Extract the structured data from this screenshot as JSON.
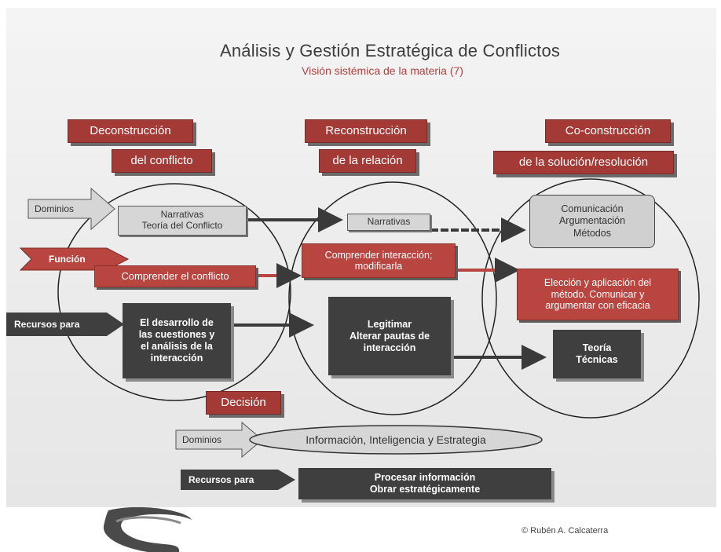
{
  "title": "Análisis y Gestión Estratégica de Conflictos",
  "subtitle": "Visión sistémica de la materia (7)",
  "columns": {
    "col1": {
      "line1": "Deconstrucción",
      "line2": "del conflicto"
    },
    "col2": {
      "line1": "Reconstrucción",
      "line2": "de la relación"
    },
    "col3": {
      "line1": "Co-construcción",
      "line2": "de la solución/resolución"
    }
  },
  "labels": {
    "dominios": "Dominios",
    "funcion": "Función",
    "recursos_para": "Recursos para",
    "dominios2": "Dominios",
    "recursos_para2": "Recursos para"
  },
  "boxes": {
    "narrativas_teoria": "Narrativas\nTeoría del Conflicto",
    "narrativas": "Narrativas",
    "comunicacion": "Comunicación\nArgumentación\nMétodos",
    "comprender_conflicto": "Comprender el conflicto",
    "comprender_interaccion": "Comprender interacción;\nmodificarla",
    "eleccion": "Elección y aplicación del\nmétodo. Comunicar y\nargumentar con eficacia",
    "desarrollo": "El desarrollo de\nlas cuestiones y\nel análisis de la\ninteracción",
    "legitimar": "Legitimar\nAlterar pautas de\ninteracción",
    "teoria_tecnicas": "Teoría\nTécnicas"
  },
  "decision": {
    "header": "Decisión",
    "dominios_value": "Información, Inteligencia y Estrategia",
    "recursos_value": "Procesar información\nObrar estratégicamente"
  },
  "footer": {
    "copyright": "© Rubén A. Calcaterra"
  },
  "colors": {
    "accent_red": "#a33a36",
    "dark_box": "#3f3f3f",
    "gray_box": "#d6d6d6"
  }
}
